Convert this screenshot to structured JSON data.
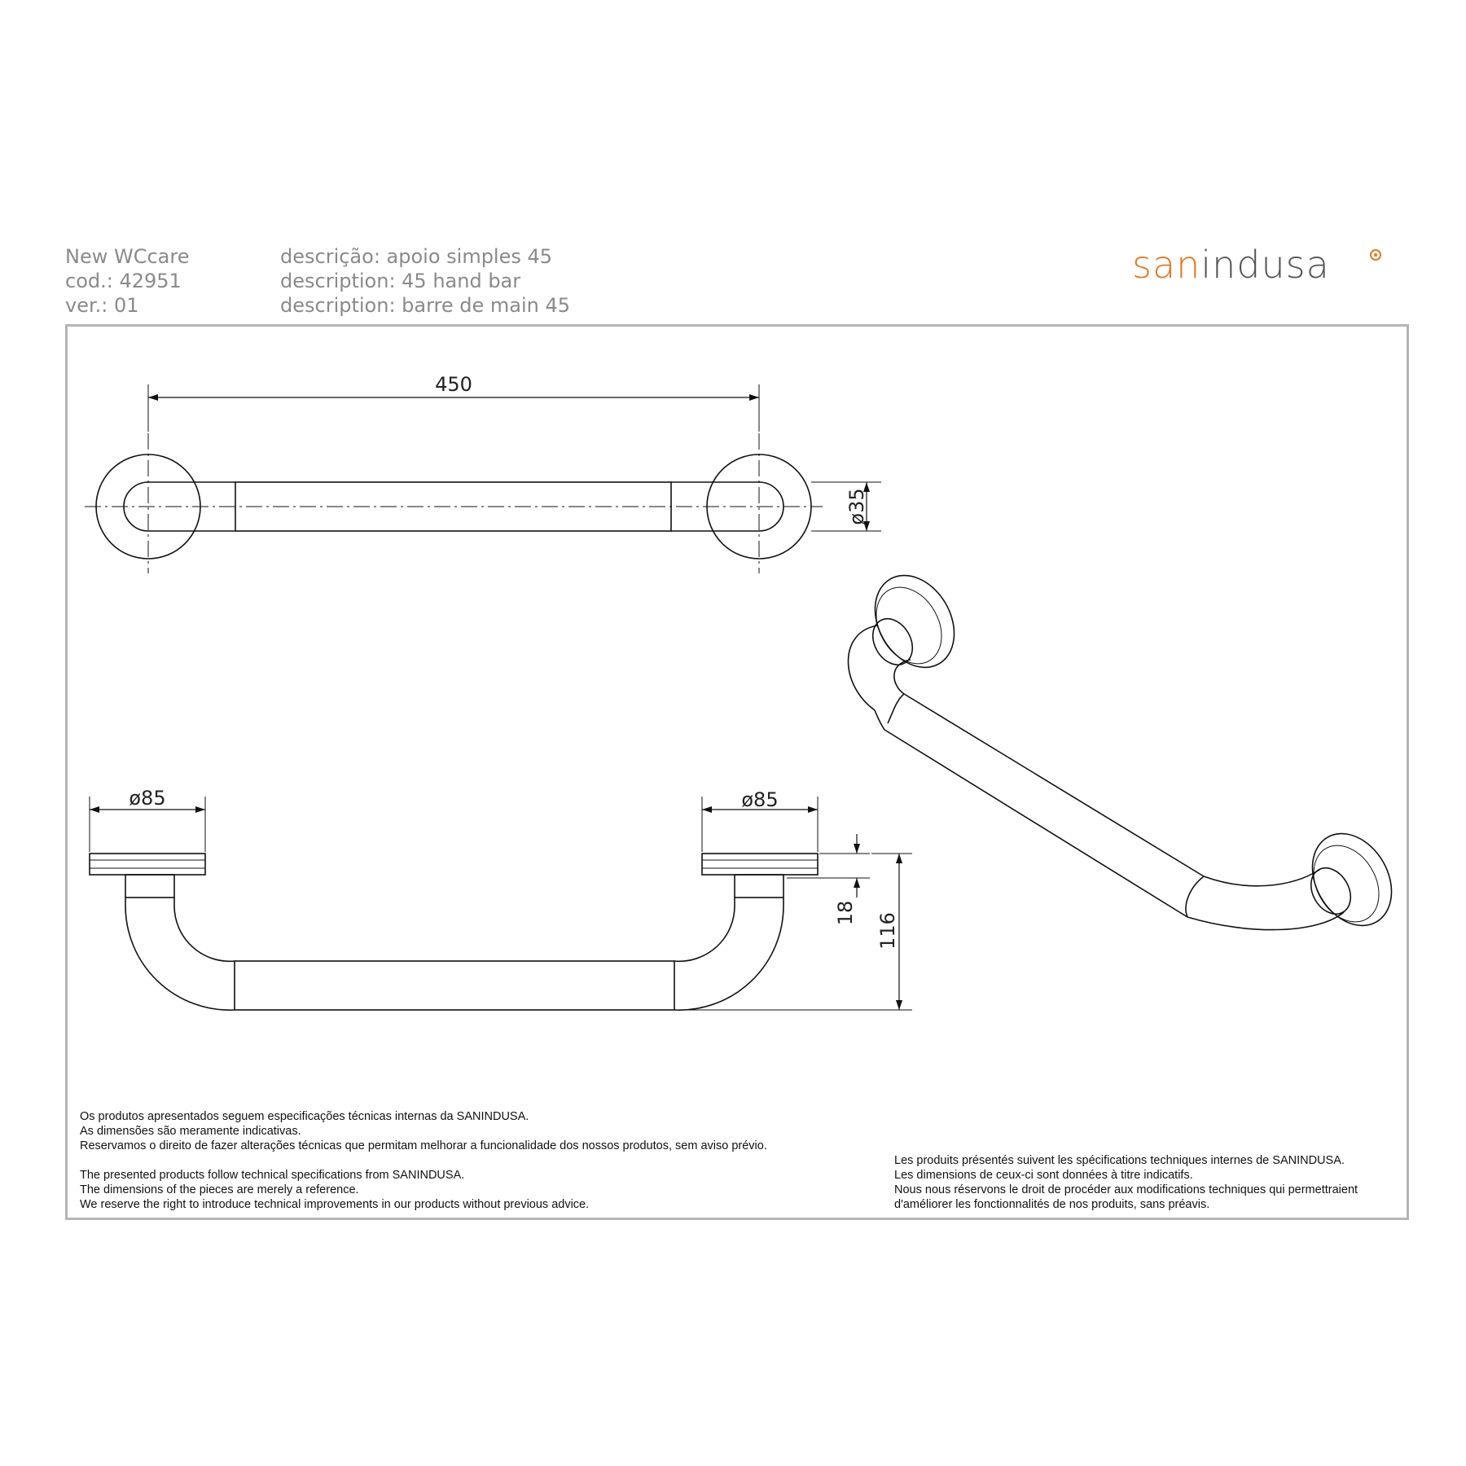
{
  "header": {
    "collection": "New WCcare",
    "code": "cod.: 42951",
    "version": "ver.: 01",
    "desc_pt": "descrição: apoio simples 45",
    "desc_en": "description: 45 hand bar",
    "desc_fr": "description: barre de main 45"
  },
  "logo": {
    "part1": "san",
    "part2": "indusa",
    "color_primary": "#e07a1f",
    "color_secondary": "#555555"
  },
  "dimensions": {
    "length": "450",
    "bar_diameter": "ø35",
    "flange_diameter_left": "ø85",
    "flange_diameter_right": "ø85",
    "flange_depth": "18",
    "projection": "116"
  },
  "notes_pt": [
    "Os produtos apresentados seguem especificações técnicas internas da SANINDUSA.",
    "As dimensões são meramente indicativas.",
    "Reservamos o direito de fazer alterações técnicas que permitam melhorar a funcionalidade dos nossos produtos, sem aviso prévio."
  ],
  "notes_en": [
    "The presented products follow technical specifications from SANINDUSA.",
    "The dimensions of the pieces are merely a reference.",
    "We reserve the right to introduce technical improvements in our products without previous advice."
  ],
  "notes_fr": [
    "Les produits présentés suivent les spécifications techniques internes de SANINDUSA.",
    "Les dimensions de ceux-ci sont données à titre indicatifs.",
    "Nous nous réservons le droit de procéder aux modifications techniques qui permettraient",
    "d'améliorer les fonctionnalités de nos produits, sans préavis."
  ]
}
